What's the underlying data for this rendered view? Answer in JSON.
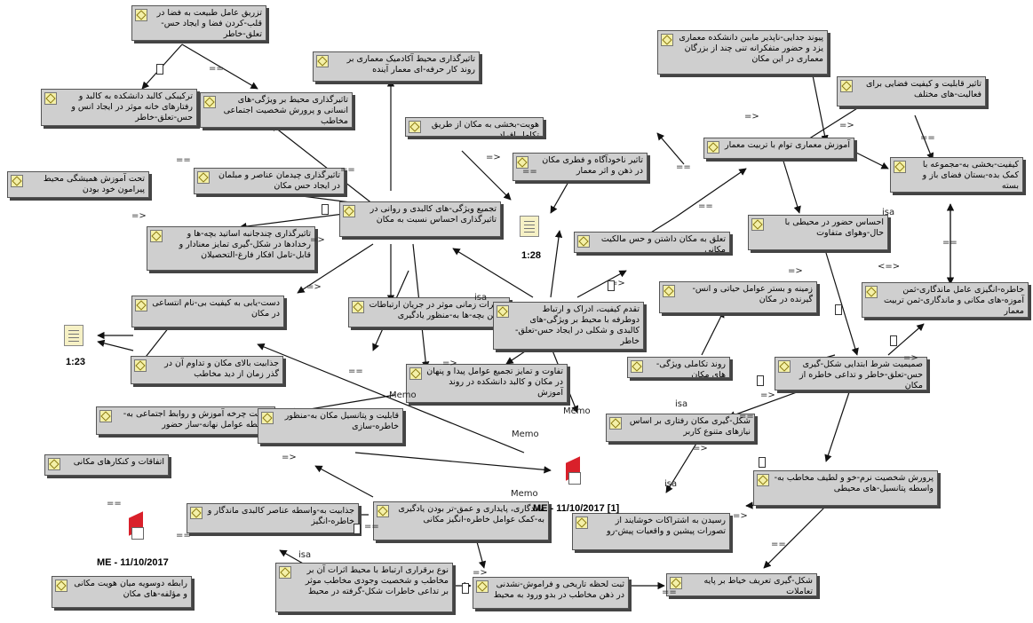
{
  "nodes": [
    {
      "id": "n1",
      "text": "تزریق عامل طبیعت به فضا در قلب-کردن فضا و ایجاد حس-تعلق-خاطر"
    },
    {
      "id": "n2",
      "text": "تاثیرگذاری محیط آکادمیک معماری بر روند کار حرفه-ای معمار آینده"
    },
    {
      "id": "n3",
      "text": "پیوند جدایی-ناپذیر مابین دانشکده معماری یزد و حضور متفکرانه تنی چند از بزرگان معماری در این مکان"
    },
    {
      "id": "n4",
      "text": "تاثیر قابلیت و کیفیت فضایی برای فعالیت-های مختلف"
    },
    {
      "id": "n5",
      "text": "ترکیبکی کالبد دانشکده به کالبد و رفتارهای خانه موثر در ایجاد انس و حس-تعلق-خاطر"
    },
    {
      "id": "n6",
      "text": "تاثیرگذاری محیط بر ویژگی-های انسانی و پرورش شخصیت اجتماعی مخاطب"
    },
    {
      "id": "n7",
      "text": "هویت-بخشی به مکان از طریق تکامل افراد"
    },
    {
      "id": "n8",
      "text": "آموزش معماری توام با تربیت معمار"
    },
    {
      "id": "n9",
      "text": "تاثیر ناخودآگاه و فطری مکان در ذهن و اثر معمار"
    },
    {
      "id": "n10",
      "text": "تحت آموزش همیشگی محیط پیرامون خود بودن"
    },
    {
      "id": "n11",
      "text": "تاثیرگذاری چیدمان عناصر و مبلمان در ایجاد حس مکان"
    },
    {
      "id": "n12",
      "text": "کیفیت-بخشی به-مجموعه با کمک بده-بستان فضای باز و بسته"
    },
    {
      "id": "n13",
      "text": "تجمیع ویژگی-های کالبدی و روانی در تاثیرگذاری احساس نسبت به مکان"
    },
    {
      "id": "n14",
      "text": "تاثیرگذاری چندجانبه اساتید بچه-ها و رخدادها در شکل-گیری تمایز معنادار و قابل-تامل افکار فارغ-التحصیلان"
    },
    {
      "id": "n15",
      "text": "تعلق به مکان داشتن و حس مالکیت مکانی"
    },
    {
      "id": "n16",
      "text": "احساس حضور در محیطی با حال-وهوای متفاوت"
    },
    {
      "id": "n17",
      "text": "خاطره-انگیزی عامل ماندگاری-ثمن آموزه-های مکانی و ماندگاری-ثمن تربیت معمار"
    },
    {
      "id": "n18",
      "text": "زمینه و بستر عوامل حیاتی و انس-گیرنده در مکان"
    },
    {
      "id": "n19",
      "text": "دست-یابی به کیفیت بی-نام انتساعی در مکان"
    },
    {
      "id": "n20",
      "text": "تغییرات زمانی موثر در جریان ارتباطات مابین بچه-ها به-منظور یادگیری"
    },
    {
      "id": "n21",
      "text": "تقدم کیفیت، ادراک و ارتباط دوطرفه با محیط بر ویژگی-های کالبدی و شکلی در ایجاد حس-تعلق-خاطر"
    },
    {
      "id": "n22",
      "text": "جذابیت بالای مکان و تداوم آن در گذر زمان از دید مخاطب"
    },
    {
      "id": "n23",
      "text": "روند تکاملی ویژگی-های مکان"
    },
    {
      "id": "n24",
      "text": "صمیمیت شرط ابتدایی شکل-گیری حس-تعلق-خاطر و تداعی خاطره از مکان"
    },
    {
      "id": "n25",
      "text": "تفاوت و تمایز تجمیع عوامل پیدا و پنهان در مکان و کالبد دانشکده در روند آموزش"
    },
    {
      "id": "n26",
      "text": "هدایت چرخه آموزش و روابط اجتماعی به-واسطه عوامل نهانه-ساز حضور"
    },
    {
      "id": "n27",
      "text": "قابلیت و پتانسیل مکان به-منظور خاطره-سازی"
    },
    {
      "id": "n28",
      "text": "شکل-گیری مکان رفتاری بر اساس نیازهای متنوع کاربر"
    },
    {
      "id": "n29",
      "text": "اتفاقات و کنکارهای مکانی"
    },
    {
      "id": "n30",
      "text": "پرورش شخصیت نرم-خو و لطیف مخاطب به-واسطه پتانسیل-های محیطی"
    },
    {
      "id": "n31",
      "text": "جذابیت به-واسطه عناصر کالبدی ماندگار و خاطره-انگیز"
    },
    {
      "id": "n32",
      "text": "ماندگاری، پایداری و عمق-تر بودن یادگیری به-کمک عوامل خاطره-انگیز مکانی"
    },
    {
      "id": "n33",
      "text": "رسیدن به اشتراکات خوشایند از تصورات پیشین و واقعیات پیش-رو"
    },
    {
      "id": "n34",
      "text": "رابطه دوسویه میان هویت مکانی و مؤلفه-های مکان"
    },
    {
      "id": "n35",
      "text": "نوع برقراری ارتباط با محیط اثرات آن بر مخاطب و شخصیت وجودی مخاطب موثر بر تداعی خاطرات شکل-گرفته در محیط"
    },
    {
      "id": "n36",
      "text": "ثبت لحظه تاریخی و فراموش-نشدنی در ذهن مخاطب در بدو ورود به محیط"
    },
    {
      "id": "n37",
      "text": "شکل-گیری تعریف خیاط بر پایه تعاملات"
    }
  ],
  "edge_labels": [
    {
      "id": "l1",
      "text": "=="
    },
    {
      "id": "l2",
      "text": "=="
    },
    {
      "id": "l3",
      "text": "=="
    },
    {
      "id": "l4",
      "text": "=>"
    },
    {
      "id": "l5",
      "text": "=>"
    },
    {
      "id": "l6",
      "text": "=>"
    },
    {
      "id": "l7",
      "text": "=>"
    },
    {
      "id": "l8",
      "text": "=="
    },
    {
      "id": "l9",
      "text": "=="
    },
    {
      "id": "l10",
      "text": "=>"
    },
    {
      "id": "l11",
      "text": "=>"
    },
    {
      "id": "l12",
      "text": "=="
    },
    {
      "id": "l13",
      "text": "isa"
    },
    {
      "id": "l14",
      "text": "=="
    },
    {
      "id": "l15",
      "text": "<=>"
    },
    {
      "id": "l16",
      "text": "=>"
    },
    {
      "id": "l17",
      "text": "=="
    },
    {
      "id": "l18",
      "text": "=>"
    },
    {
      "id": "l19",
      "text": "isa"
    },
    {
      "id": "l20",
      "text": "=>"
    },
    {
      "id": "l21",
      "text": "=="
    },
    {
      "id": "l22",
      "text": "Memo"
    },
    {
      "id": "l23",
      "text": "Memo"
    },
    {
      "id": "l24",
      "text": "Memo"
    },
    {
      "id": "l25",
      "text": "Memo"
    },
    {
      "id": "l26",
      "text": "=>"
    },
    {
      "id": "l27",
      "text": "isa"
    },
    {
      "id": "l28",
      "text": "=="
    },
    {
      "id": "l29",
      "text": "=="
    },
    {
      "id": "l30",
      "text": "=="
    },
    {
      "id": "l31",
      "text": "isa"
    },
    {
      "id": "l32",
      "text": "=>"
    },
    {
      "id": "l33",
      "text": "=>"
    },
    {
      "id": "l34",
      "text": "=="
    },
    {
      "id": "l35",
      "text": "=>"
    },
    {
      "id": "l36",
      "text": "=>"
    },
    {
      "id": "l37",
      "text": "=="
    },
    {
      "id": "l38",
      "text": "isa"
    },
    {
      "id": "l39",
      "text": "=="
    },
    {
      "id": "l40",
      "text": "=>"
    }
  ],
  "memos": [
    {
      "id": "m1",
      "type": "note",
      "caption": "1:28"
    },
    {
      "id": "m2",
      "type": "note",
      "caption": "1:23"
    },
    {
      "id": "m3",
      "type": "memo",
      "caption": "ME - 11/10/2017 [1]"
    },
    {
      "id": "m4",
      "type": "memo",
      "caption": "ME - 11/10/2017"
    }
  ],
  "colors": {
    "node_fill": "#cfcfcf",
    "node_border": "#555555",
    "edge": "#111111",
    "node_icon": "#f4f0a8",
    "memo_red": "#d9202a"
  }
}
